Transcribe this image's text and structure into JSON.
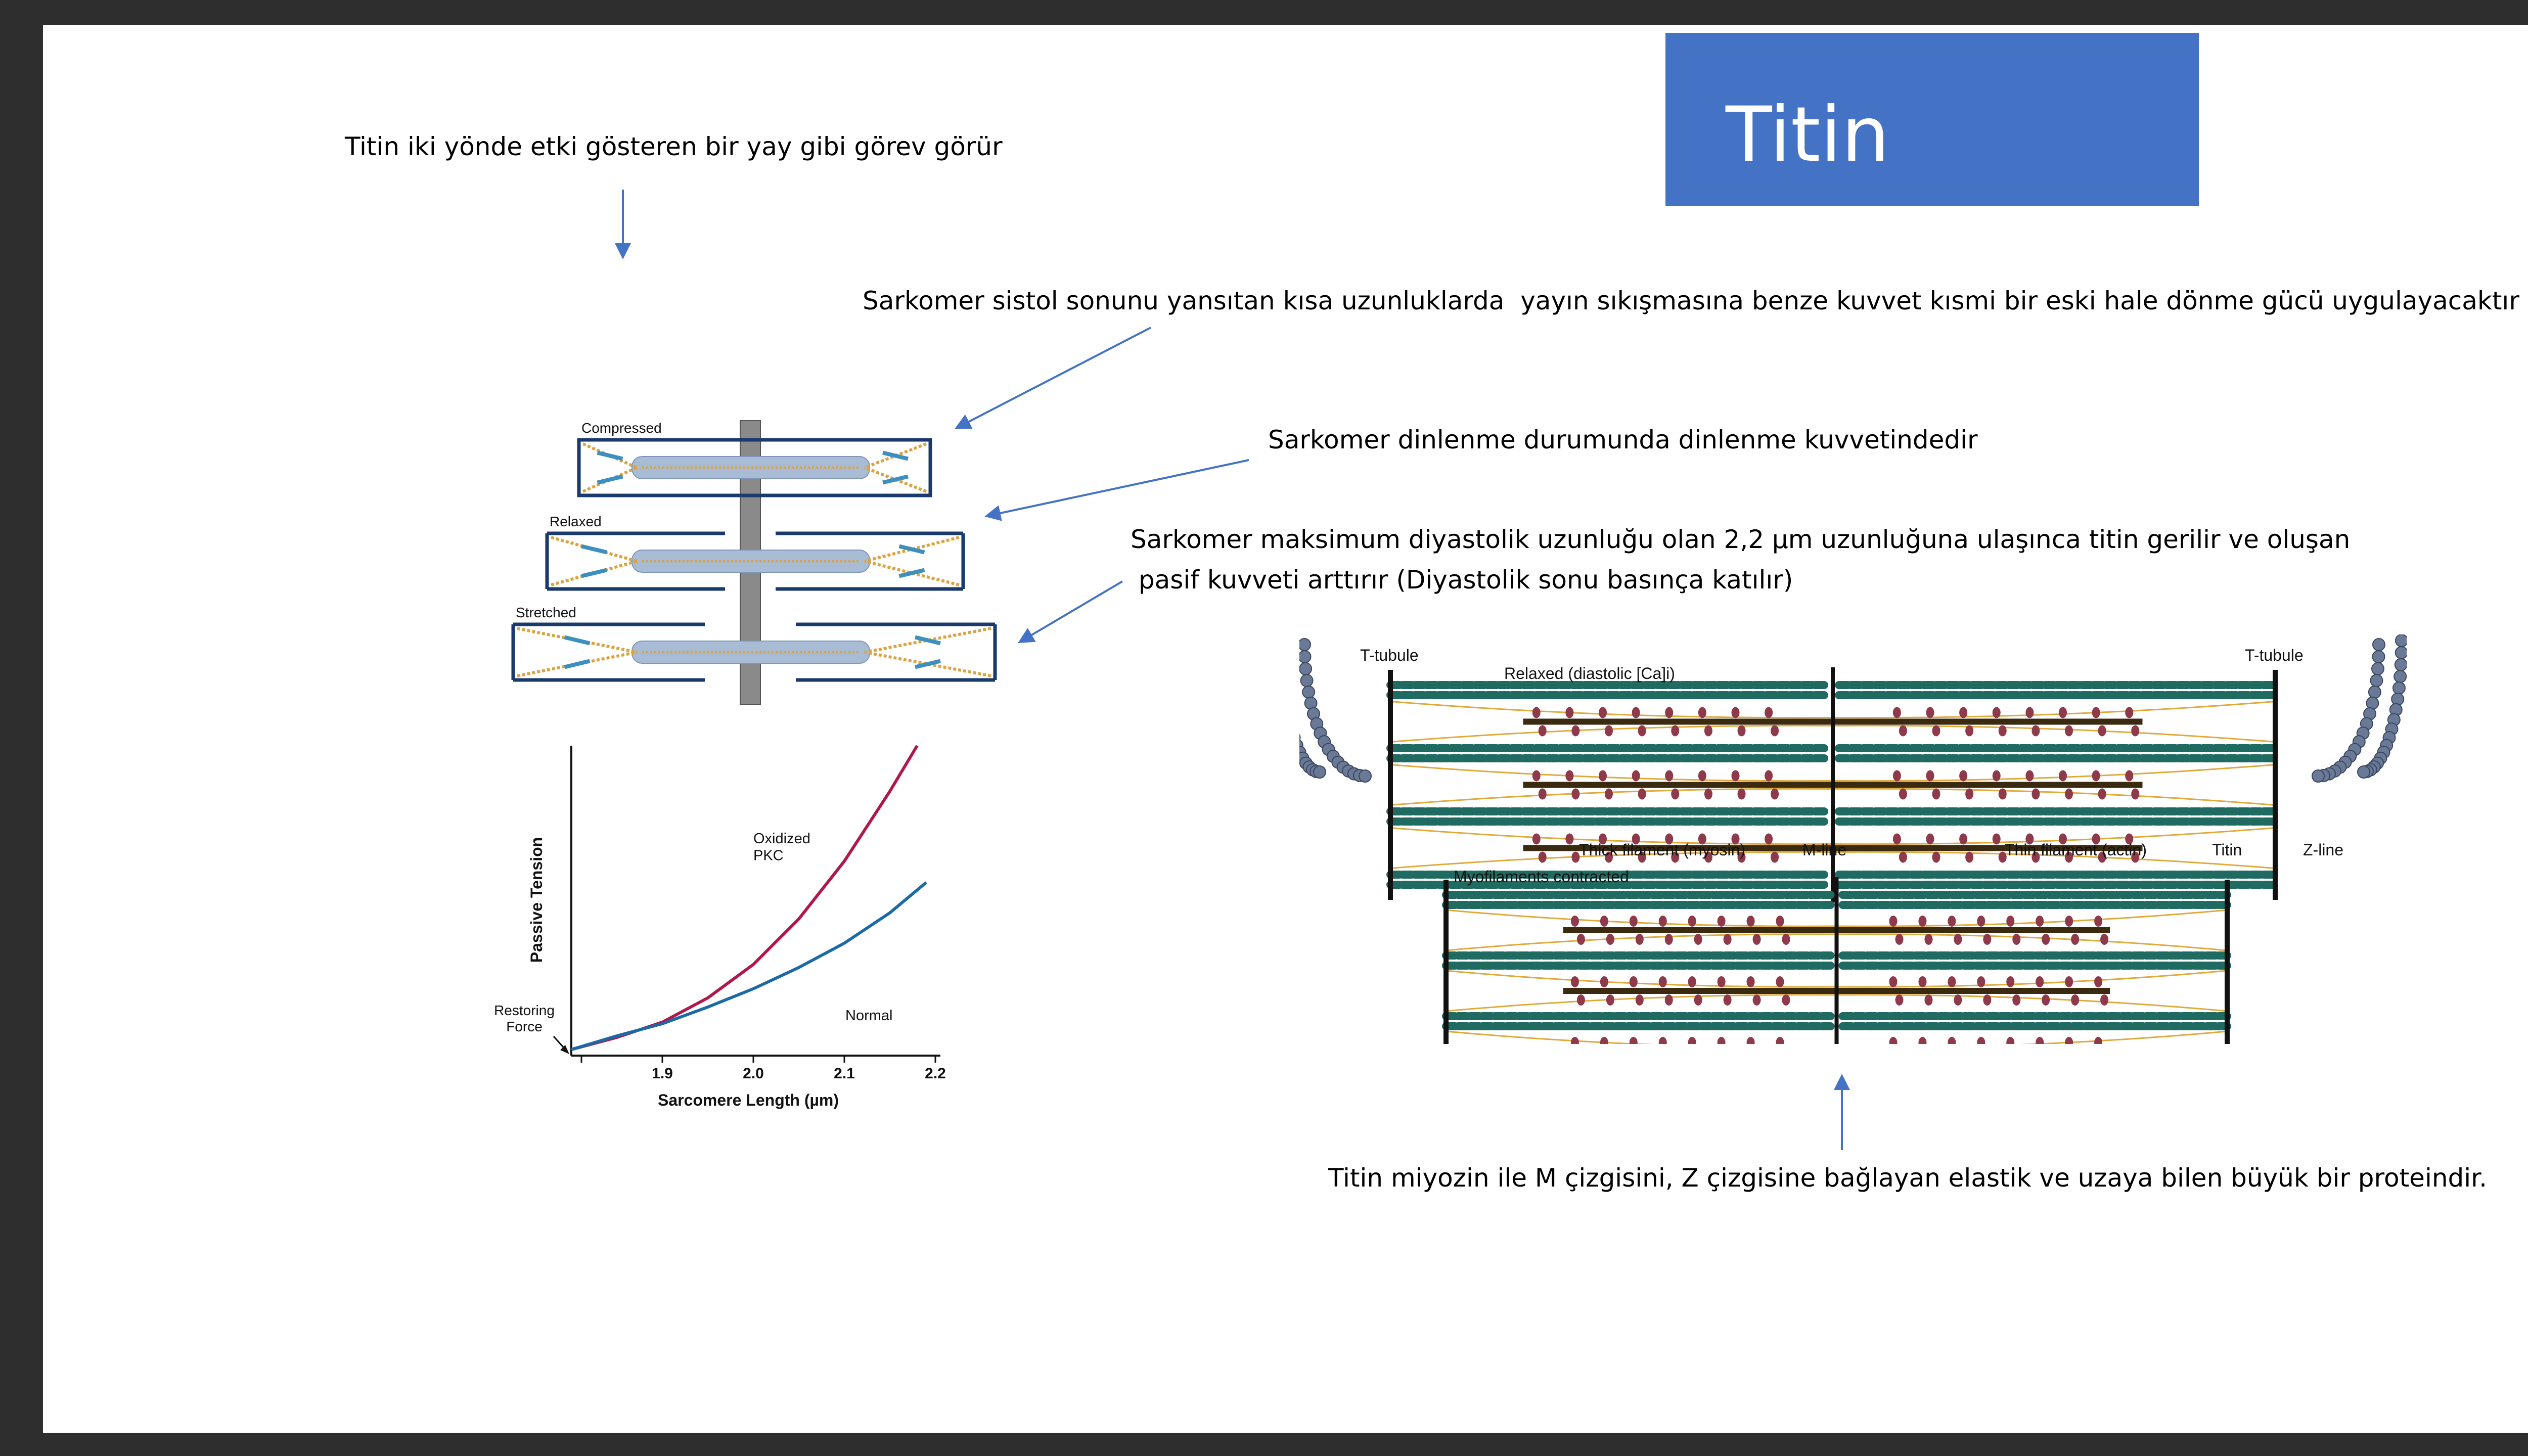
{
  "slide": {
    "title": "Titin",
    "title_box_color": "#4472c4",
    "arrow_color": "#4472c4"
  },
  "notes": {
    "spring": "Titin iki yönde etki gösteren bir yay gibi görev görür",
    "compressed_note": "Sarkomer sistol sonunu yansıtan kısa uzunluklarda  yayın sıkışmasına benze kuvvet kısmi bir eski hale dönme gücü uygulayacaktır",
    "relaxed_note": "Sarkomer dinlenme durumunda dinlenme kuvvetindedir",
    "stretched_note_line1": "Sarkomer maksimum diyastolik uzunluğu olan 2,2 µm uzunluğuna ulaşınca titin gerilir ve oluşan",
    "stretched_note_line2": " pasif kuvveti arttırır (Diyastolik sonu basınça katılır)",
    "titin_note": "Titin miyozin ile M çizgisini, Z çizgisine bağlayan elastik ve uzaya bilen büyük bir proteindir."
  },
  "spring_diagram": {
    "labels": [
      "Compressed",
      "Relaxed",
      "Stretched"
    ],
    "colors": {
      "box": "#1a3a6e",
      "thick": "#a9bcd6",
      "titin": "#d9a441",
      "pole": "#8a8a8a"
    }
  },
  "chart_data": {
    "type": "line",
    "title": "",
    "xlabel": "Sarcomere Length (µm)",
    "ylabel": "Passive Tension",
    "x_ticks": [
      "1.9",
      "2.0",
      "2.1",
      "2.2"
    ],
    "xlim": [
      1.8,
      2.2
    ],
    "series": [
      {
        "name": "Oxidized\nPKC",
        "color": "#b0174b",
        "x": [
          1.8,
          1.85,
          1.9,
          1.95,
          2.0,
          2.05,
          2.1,
          2.15,
          2.18
        ],
        "y": [
          0.0,
          0.04,
          0.09,
          0.17,
          0.28,
          0.43,
          0.62,
          0.85,
          1.0
        ]
      },
      {
        "name": "Normal",
        "color": "#1b6aa5",
        "x": [
          1.8,
          1.85,
          1.9,
          1.95,
          2.0,
          2.05,
          2.1,
          2.15,
          2.19
        ],
        "y": [
          0.0,
          0.045,
          0.085,
          0.14,
          0.2,
          0.27,
          0.35,
          0.45,
          0.55
        ]
      }
    ],
    "annotation": "Restoring\nForce"
  },
  "sarcomere_diagram": {
    "labels": {
      "t_tubule_left": "T-tubule",
      "t_tubule_right": "T-tubule",
      "relaxed": "Relaxed (diastolic [Ca]i)",
      "thick_filament": "Thick filament (myosin)",
      "m_line": "M-line",
      "thin_filament": "Thin filament (actin)",
      "titin": "Titin",
      "z_line": "Z-line",
      "contracted": "Myofilaments contracted"
    },
    "colors": {
      "actin": "#1f6b61",
      "myosin": "#3a2a10",
      "heads": "#8e3a4a",
      "titin": "#e0a93a",
      "tubule": "#6a7a96"
    }
  }
}
